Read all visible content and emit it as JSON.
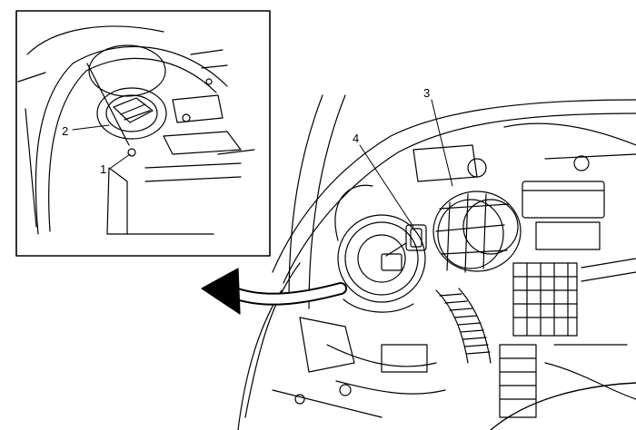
{
  "callouts": {
    "c1": "1",
    "c2": "2",
    "c3": "3",
    "c4": "4"
  },
  "colors": {
    "line": "#000000",
    "background": "#ffffff"
  },
  "icons": {
    "arrow": "curved-arrow-icon"
  }
}
